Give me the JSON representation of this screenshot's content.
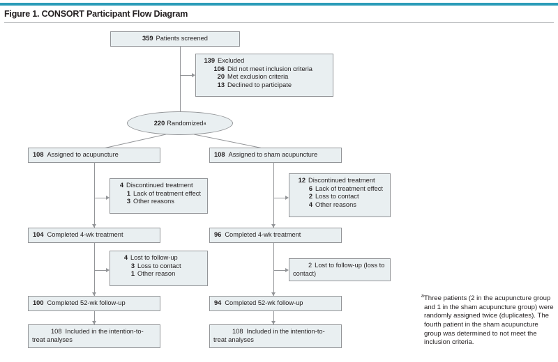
{
  "figure": {
    "title": "Figure 1. CONSORT Participant Flow Diagram",
    "accent_color": "#2b9cb8",
    "box_fill": "#e9eff1",
    "box_border": "#939598"
  },
  "nodes": {
    "screened": {
      "n": "359",
      "label": "Patients screened"
    },
    "excluded": {
      "n": "139",
      "label": "Excluded",
      "reasons": [
        {
          "n": "106",
          "label": "Did not meet inclusion criteria"
        },
        {
          "n": "20",
          "label": "Met exclusion criteria"
        },
        {
          "n": "13",
          "label": "Declined to participate"
        }
      ]
    },
    "randomized": {
      "n": "220",
      "label": "Randomized",
      "footnote_marker": "a"
    },
    "assigned_acupuncture": {
      "n": "108",
      "label": "Assigned to acupuncture"
    },
    "assigned_sham": {
      "n": "108",
      "label": "Assigned to sham acupuncture"
    },
    "discontinued_acupuncture": {
      "n": "4",
      "label": "Discontinued treatment",
      "reasons": [
        {
          "n": "1",
          "label": "Lack of treatment effect"
        },
        {
          "n": "3",
          "label": "Other reasons"
        }
      ]
    },
    "discontinued_sham": {
      "n": "12",
      "label": "Discontinued treatment",
      "reasons": [
        {
          "n": "6",
          "label": "Lack of treatment effect"
        },
        {
          "n": "2",
          "label": "Loss to contact"
        },
        {
          "n": "4",
          "label": "Other reasons"
        }
      ]
    },
    "completed_4wk_acupuncture": {
      "n": "104",
      "label": "Completed 4-wk treatment"
    },
    "completed_4wk_sham": {
      "n": "96",
      "label": "Completed 4-wk treatment"
    },
    "lost_acupuncture": {
      "n": "4",
      "label": "Lost to follow-up",
      "reasons": [
        {
          "n": "3",
          "label": "Loss to contact"
        },
        {
          "n": "1",
          "label": "Other reason"
        }
      ]
    },
    "lost_sham": {
      "n": "2",
      "label": "Lost to follow-up (loss to contact)"
    },
    "completed_52wk_acupuncture": {
      "n": "100",
      "label": "Completed 52-wk follow-up"
    },
    "completed_52wk_sham": {
      "n": "94",
      "label": "Completed 52-wk follow-up"
    },
    "itt_acupuncture": {
      "n": "108",
      "label": "Included in the intention-to-treat analyses"
    },
    "itt_sham": {
      "n": "108",
      "label": "Included in the intention-to-treat analyses"
    }
  },
  "footnote": {
    "marker": "a",
    "text": "Three patients (2 in the acupuncture group and 1 in the sham acupuncture group) were randomly assigned twice (duplicates). The fourth patient in the sham acupuncture group was determined to not meet the inclusion criteria."
  }
}
